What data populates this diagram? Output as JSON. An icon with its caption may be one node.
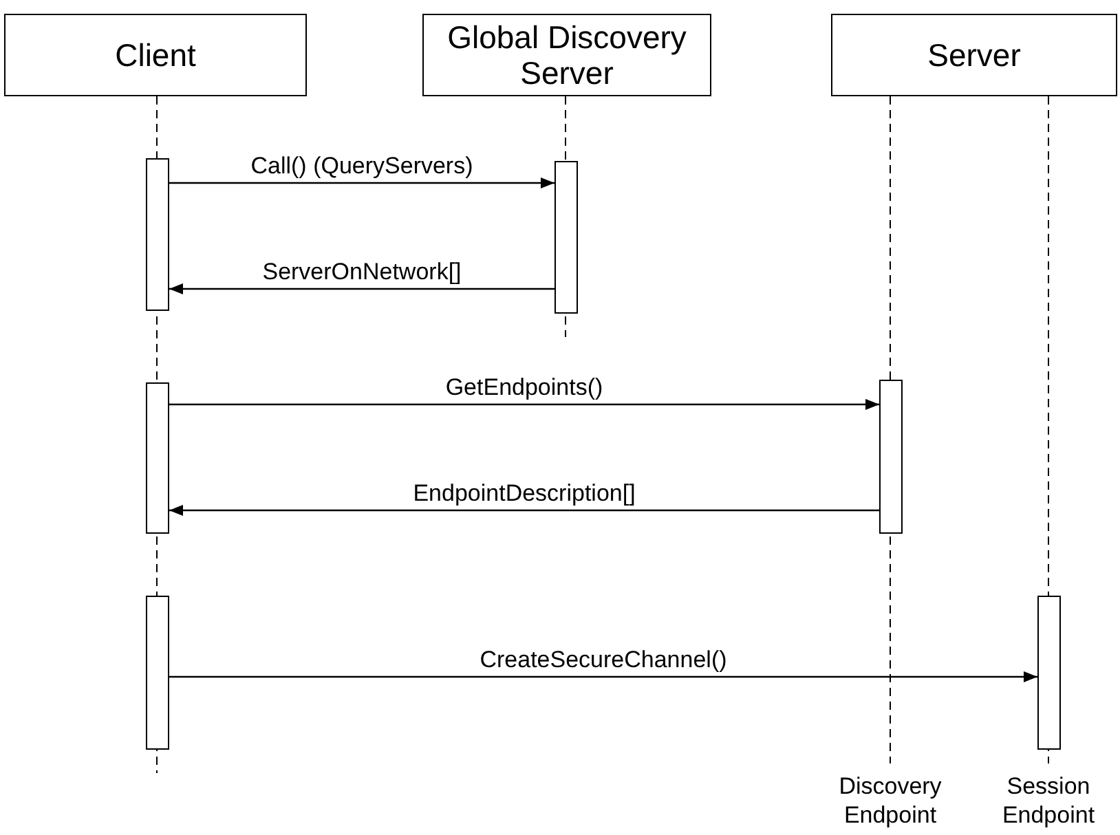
{
  "diagram": {
    "nodes": [
      {
        "text": [
          "Client"
        ]
      },
      {
        "text": [
          "Global Discovery Server"
        ]
      },
      {
        "text": [
          "Server"
        ]
      },
      {
        "text": [],
        "shape": "bar"
      },
      {
        "text": [],
        "shape": "bar"
      },
      {
        "text": [],
        "shape": "bar"
      },
      {
        "text": [],
        "shape": "bar"
      },
      {
        "text": [],
        "shape": "bar"
      },
      {
        "text": [],
        "shape": "bar"
      }
    ],
    "edges": [
      {
        "from": 3,
        "to": 4,
        "arrow": "to",
        "label": "Call() (QueryServers)"
      },
      {
        "from": 4,
        "to": 3,
        "arrow": "to",
        "label": "ServerOnNetwork[]"
      },
      {
        "from": 5,
        "to": 6,
        "arrow": "to",
        "label": "GetEndpoints()"
      },
      {
        "from": 6,
        "to": 5,
        "arrow": "to",
        "label": "EndpointDescription[]"
      },
      {
        "from": 7,
        "to": 8,
        "arrow": "to",
        "label": "CreateSecureChannel()"
      }
    ],
    "labels": [
      "Discovery Endpoint",
      "Session Endpoint"
    ]
  }
}
